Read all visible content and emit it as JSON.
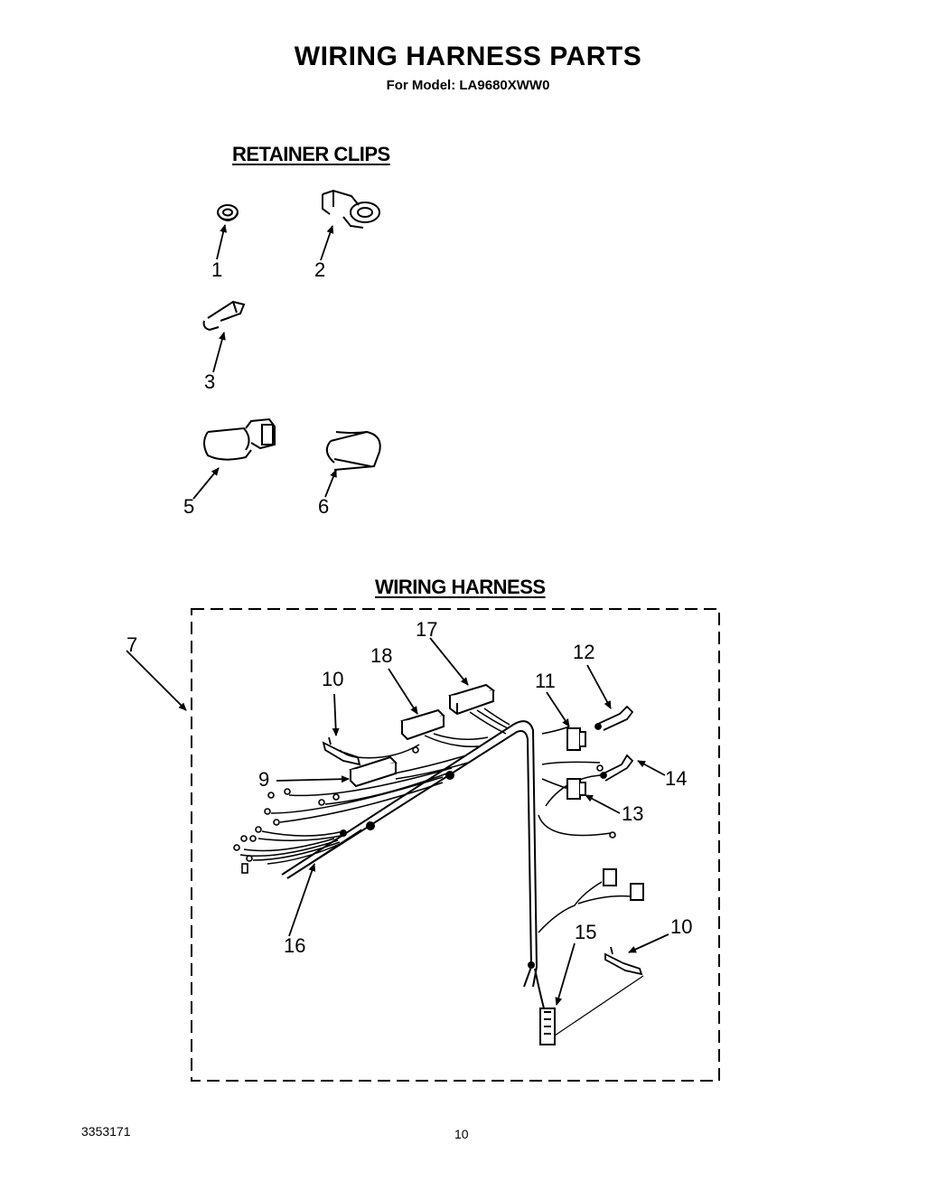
{
  "header": {
    "title": "WIRING HARNESS PARTS",
    "model_line": "For Model: LA9680XWW0"
  },
  "sections": {
    "retainer_clips": "RETAINER CLIPS",
    "wiring_harness": "WIRING HARNESS"
  },
  "callouts": {
    "c1": "1",
    "c2": "2",
    "c3": "3",
    "c5": "5",
    "c6": "6",
    "c7": "7",
    "c9": "9",
    "c10a": "10",
    "c10b": "10",
    "c11": "11",
    "c12": "12",
    "c13": "13",
    "c14": "14",
    "c15": "15",
    "c16": "16",
    "c17": "17",
    "c18": "18"
  },
  "footer": {
    "doc_number": "3353171",
    "page_number": "10"
  }
}
